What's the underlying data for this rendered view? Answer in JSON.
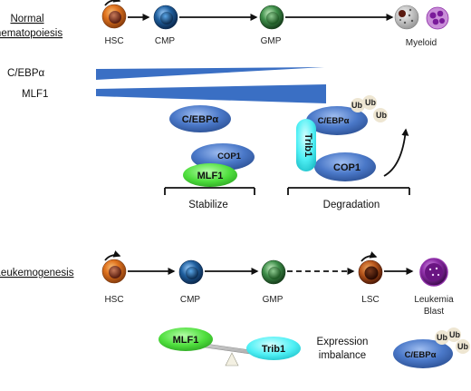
{
  "normal": {
    "title_line1": "Normal",
    "title_line2": "hematopoiesis",
    "cells": {
      "hsc": "HSC",
      "cmp": "CMP",
      "gmp": "GMP",
      "myeloid": "Myeloid"
    },
    "gradients": {
      "cebpa": "C/EBPα",
      "mlf1": "MLF1"
    },
    "proteins": {
      "cebpa": "C/EBPα",
      "cop1": "COP1",
      "mlf1": "MLF1",
      "cebpa_deg": "C/EBPα",
      "trib1": "Trib1",
      "cop1_deg": "COP1",
      "ub_a": "Ub",
      "ub_b": "Ub",
      "ub_c": "Ub"
    },
    "groups": {
      "stabilize": "Stabilize",
      "degradation": "Degradation"
    }
  },
  "leukemia": {
    "title": "Leukemogenesis",
    "cells": {
      "hsc": "HSC",
      "cmp": "CMP",
      "gmp": "GMP",
      "lsc": "LSC",
      "blast_line1": "Leukemia",
      "blast_line2": "Blast"
    },
    "balance": {
      "mlf1": "MLF1",
      "trib1": "Trib1"
    },
    "imbalance_line1": "Expression",
    "imbalance_line2": "imbalance",
    "protein": "C/EBPα",
    "ub_a": "Ub",
    "ub_b": "Ub",
    "ub_c": "Ub"
  },
  "colors": {
    "wedge": "#3a6fc4",
    "protein_blue": "#4a78c8",
    "mlf1_green": "#4ede3c",
    "trib1_cyan": "#4ff0f5",
    "ub_tan": "#eee6d2",
    "hsc_orange": "#e1741f",
    "cmp_blue": "#1f5f9e",
    "gmp_green": "#3f8f4a",
    "lsc_brown": "#7a2f10",
    "blast_purple": "#8e2fa8"
  }
}
